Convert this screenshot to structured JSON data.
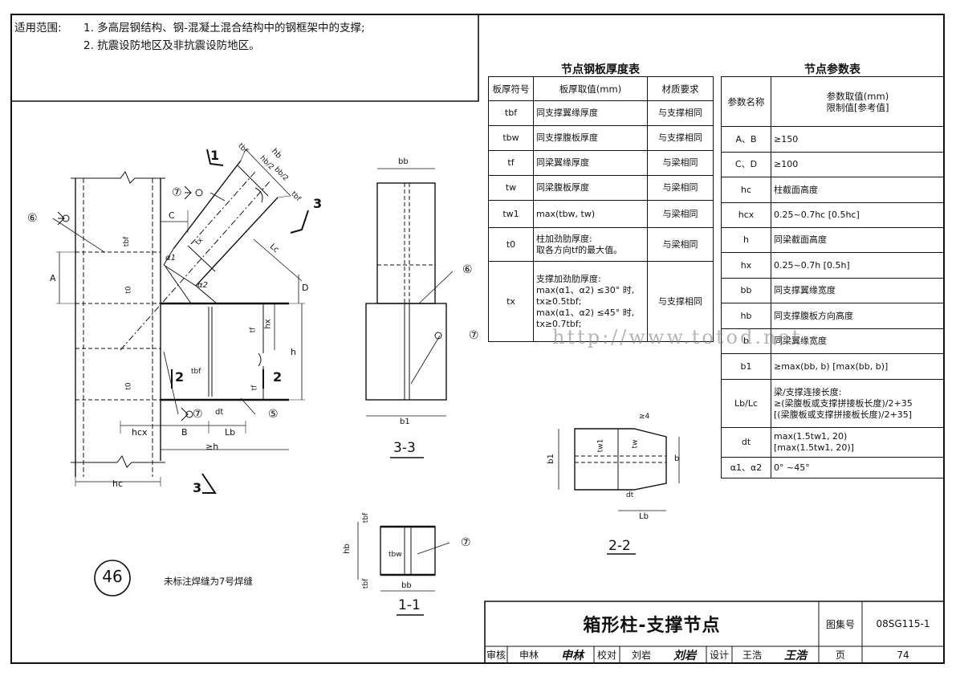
{
  "scope": {
    "label": "适用范围:",
    "items": [
      "1. 多高层钢结构、钢-混凝土混合结构中的钢框架中的支撑;",
      "2. 抗震设防地区及非抗震设防地区。"
    ]
  },
  "plate_table": {
    "title": "节点钢板厚度表",
    "headers": [
      "板厚符号",
      "板厚取值(mm)",
      "材质要求"
    ],
    "rows": [
      {
        "sym": "tbf",
        "value": "同支撑翼缘厚度",
        "mat": "与支撑相同"
      },
      {
        "sym": "tbw",
        "value": "同支撑腹板厚度",
        "mat": "与支撑相同"
      },
      {
        "sym": "tf",
        "value": "同梁翼缘厚度",
        "mat": "与梁相同"
      },
      {
        "sym": "tw",
        "value": "同梁腹板厚度",
        "mat": "与梁相同"
      },
      {
        "sym": "tw1",
        "value": "max(tbw, tw)",
        "mat": "与梁相同"
      },
      {
        "sym": "t0",
        "value": "柱加劲肋厚度:\n取各方向tf的最大值。",
        "mat": "与梁相同"
      },
      {
        "sym": "tx",
        "value": "支撑加劲肋厚度:\nmax(α1、α2) ≤30° 时,\ntx≥0.5tbf;\nmax(α1、α2) ≤45° 时,\ntx≥0.7tbf;",
        "mat": "与支撑相同"
      }
    ]
  },
  "param_table": {
    "title": "节点参数表",
    "headers": [
      "参数名称",
      "参数取值(mm)\n限制值[参考值]"
    ],
    "rows": [
      {
        "name": "A、B",
        "value": "≥150"
      },
      {
        "name": "C、D",
        "value": "≥100"
      },
      {
        "name": "hc",
        "value": "柱截面高度"
      },
      {
        "name": "hcx",
        "value": "0.25~0.7hc [0.5hc]"
      },
      {
        "name": "h",
        "value": "同梁截面高度"
      },
      {
        "name": "hx",
        "value": "0.25~0.7h [0.5h]"
      },
      {
        "name": "bb",
        "value": "同支撑翼缘宽度"
      },
      {
        "name": "hb",
        "value": "同支撑腹板方向高度"
      },
      {
        "name": "b",
        "value": "同梁翼缘宽度"
      },
      {
        "name": "b1",
        "value": "≥max(bb, b) [max(bb, b)]"
      },
      {
        "name": "Lb/Lc",
        "value": "梁/支撑连接长度:\n≥(梁腹板或支撑拼接板长度)/2+35\n[(梁腹板或支撑拼接板长度)/2+35]"
      },
      {
        "name": "dt",
        "value": "max(1.5tw1, 20)\n[max(1.5tw1, 20)]"
      },
      {
        "name": "α1、α2",
        "value": "0° ~45°"
      }
    ]
  },
  "labels": {
    "dim_hb": "hb",
    "dim_hb2a": "hb/2",
    "dim_hb2b": "bb/2",
    "dim_tbf": "tbf",
    "dim_tbf2": "tbf",
    "mark_1": "1",
    "mark_3": "3",
    "mark_3b": "3",
    "mark_2a": "2",
    "mark_2b": "2",
    "dim_C": "C",
    "dim_A": "A",
    "dim_D": "D",
    "dim_hx": "hx",
    "dim_h": "h",
    "dim_tf": "tf",
    "dim_tf2": "tf",
    "dim_tbf3": "tbf",
    "dim_tx": "tx",
    "dim_Lc": "Lc",
    "dim_a1": "α1",
    "dim_a2": "α2",
    "dim_t0": "t0",
    "dim_t0b": "t0",
    "dim_tbf4": "tbf",
    "dim_dt": "dt",
    "dim_hcx": "hcx",
    "dim_B": "B",
    "dim_Lb": "Lb",
    "dim_geh": "≥h",
    "dim_hc": "hc",
    "weld_7a": "⑦",
    "weld_6a": "⑥",
    "weld_7b": "⑦",
    "weld_5": "⑤",
    "s33_bb": "bb",
    "s33_b1": "b1",
    "s33_w6": "⑥",
    "s33_w7": "⑦",
    "s33_name": "3-3",
    "s11_tbf": "tbf",
    "s11_hb": "hb",
    "s11_tbw": "tbw",
    "s11_tbf2": "tbf",
    "s11_bb": "bb",
    "s11_w7": "⑦",
    "s11_name": "1-1",
    "s22_4": "≥4",
    "s22_tw1": "tw1",
    "s22_tw": "tw",
    "s22_b1": "b1",
    "s22_b": "b",
    "s22_dt": "dt",
    "s22_Lb": "Lb",
    "s22_name": "2-2",
    "node_no": "46",
    "note": "未标注焊缝为7号焊缝"
  },
  "watermark": "http://www.totod.net",
  "title_block": {
    "title": "箱形柱-支撑节点",
    "atlas_label": "图集号",
    "atlas_no": "08SG115-1",
    "review_label": "审核",
    "review_name": "申林",
    "review_sig": "申林",
    "check_label": "校对",
    "check_name": "刘岩",
    "check_sig": "刘岩",
    "design_label": "设计",
    "design_name": "王浩",
    "design_sig": "王浩",
    "page_label": "页",
    "page_no": "74"
  }
}
